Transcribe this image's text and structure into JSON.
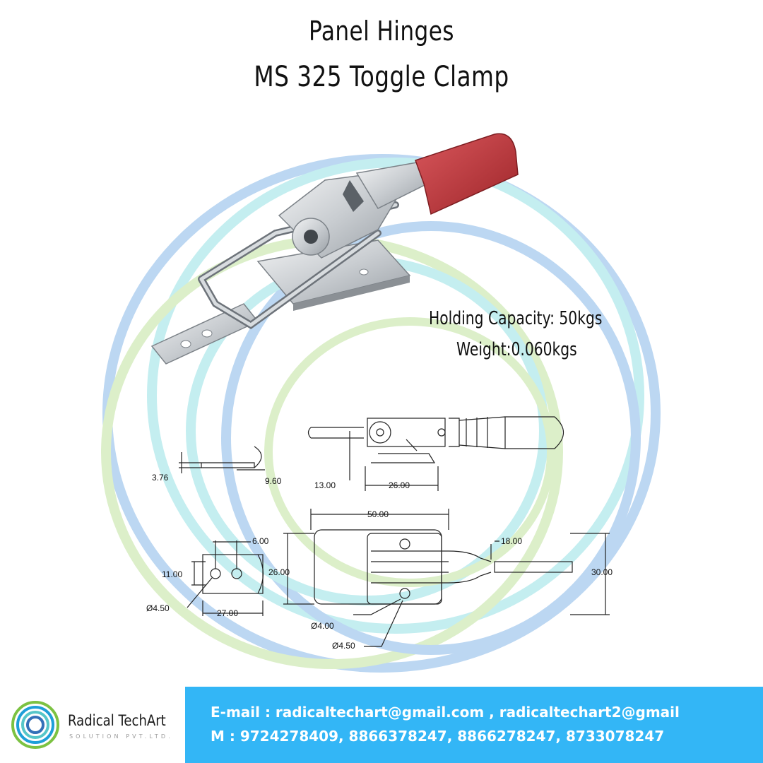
{
  "header": {
    "title_line1": "Panel Hinges",
    "title_line2": "MS 325 Toggle Clamp"
  },
  "specs": {
    "holding_capacity": "Holding Capacity: 50kgs",
    "weight": "Weight:0.060kgs"
  },
  "dimensions": {
    "d1": "3.76",
    "d2": "9.60",
    "d3": "13.00",
    "d4": "26.00",
    "d5": "50.00",
    "d6": "6.00",
    "d7": "11.00",
    "d8": "26.00",
    "d9": "Ø4.50",
    "d10": "27.00",
    "d11": "Ø4.00",
    "d12": "Ø4.50",
    "d13": "18.00",
    "d14": "30.00"
  },
  "brand": {
    "name": "Radical TechArt",
    "tagline": "SOLUTION PVT.LTD."
  },
  "contact": {
    "email_line": "E-mail : radicaltechart@gmail.com , radicaltechart2@gmail",
    "phone_line": "M : 9724278409, 8866378247, 8866278247, 8733078247"
  },
  "colors": {
    "footer_bg": "#33b6f6",
    "handle_red": "#c0343a",
    "ring_blue": "#bcd7f2",
    "ring_cyan": "#c4eef0",
    "ring_green": "#dcefc9"
  }
}
